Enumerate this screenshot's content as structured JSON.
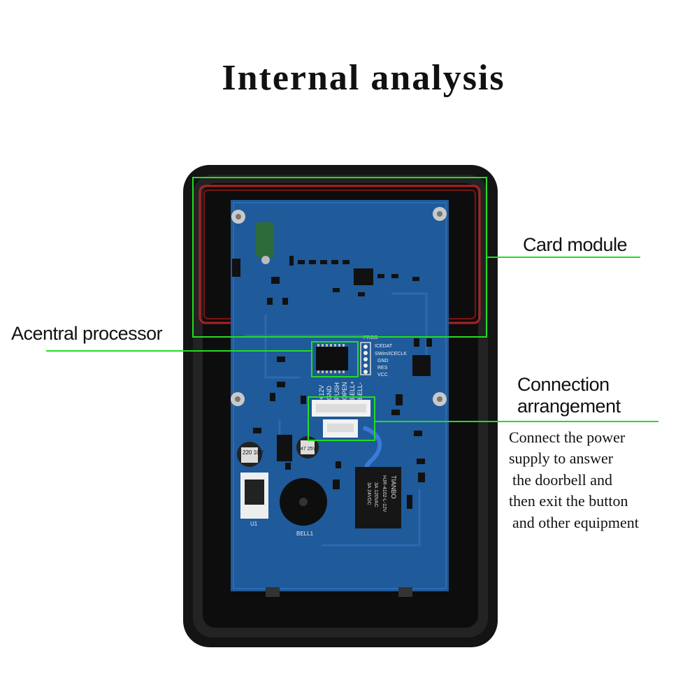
{
  "title": "Internal analysis",
  "labels": {
    "card_module": "Card module",
    "processor": "Acentral processor",
    "connection_line1": "Connection",
    "connection_line2": "arrangement"
  },
  "description_lines": [
    "Connect the power",
    "supply to answer",
    "the doorbell and",
    "then exit the button",
    "and other equipment"
  ],
  "pcb_silkscreen": {
    "header": [
      "ICEDAT",
      "SWim/ICECLK",
      "GND",
      "RES",
      "VCC"
    ],
    "header_title": "PROG",
    "terminals": [
      "+12V",
      "GND",
      "PUSH",
      "OPEN",
      "BELL+",
      "BELL-"
    ],
    "relay_brand": "TIANBO",
    "relay_model": "HJR-4102-L-12V",
    "relay_rating1": "3A 120VAC",
    "relay_rating2": "3A 24VDC",
    "cap_ec2": "220 10V",
    "cap_ec1": "47 25V",
    "bell": "BELL1",
    "regulator": "U1"
  },
  "colors": {
    "highlight": "#22dd22",
    "pcb": "#1f5a9a",
    "case": "#1a1a1a",
    "coil": "#b02020"
  }
}
